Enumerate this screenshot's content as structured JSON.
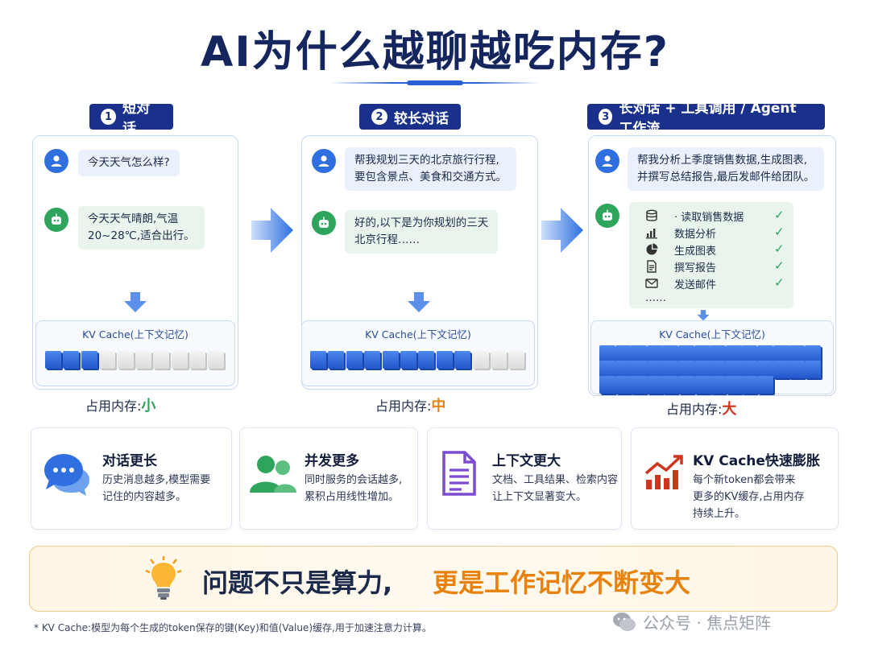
{
  "title": "AI为什么越聊越吃内存?",
  "colors": {
    "navy": "#19318a",
    "blue": "#2f6fe0",
    "green": "#2fa45c",
    "orange": "#e8820c",
    "red": "#d0341c"
  },
  "stages": [
    {
      "number": "1",
      "label": "短对话",
      "user_msg": "今天天气怎么样?",
      "bot_msg": "今天天气晴朗,气温\n20~28℃,适合出行。",
      "kv_label": "KV Cache(上下文记忆)",
      "kv_filled": 3,
      "kv_total": 10,
      "usage_prefix": "占用内存:",
      "usage_level": "小",
      "usage_color": "#2fa45c"
    },
    {
      "number": "2",
      "label": "较长对话",
      "user_msg": "帮我规划三天的北京旅行行程,\n要包含景点、美食和交通方式。",
      "bot_msg": "好的,以下是为你规划的三天\n北京行程……",
      "kv_label": "KV Cache(上下文记忆)",
      "kv_filled": 9,
      "kv_total": 12,
      "usage_prefix": "占用内存:",
      "usage_level": "中",
      "usage_color": "#e8820c"
    },
    {
      "number": "3",
      "label": "长对话 + 工具调用 / Agent 工作流",
      "user_msg": "帮我分析上季度销售数据,生成图表,\n并撰写总结报告,最后发邮件给团队。",
      "tasks": [
        {
          "icon": "database-icon",
          "label": "· 读取销售数据",
          "check": "✓"
        },
        {
          "icon": "bar-chart-icon",
          "label": "数据分析",
          "check": "✓"
        },
        {
          "icon": "pie-chart-icon",
          "label": "生成图表",
          "check": "✓"
        },
        {
          "icon": "document-icon",
          "label": "撰写报告",
          "check": "✓"
        },
        {
          "icon": "mail-icon",
          "label": "发送邮件",
          "check": "✓"
        }
      ],
      "tasks_more": "……",
      "kv_label": "KV Cache(上下文记忆)",
      "kv_rows": [
        14,
        14,
        11
      ],
      "usage_prefix": "占用内存:",
      "usage_level": "大",
      "usage_color": "#d0341c"
    }
  ],
  "cards": [
    {
      "icon": "chat-bubbles-icon",
      "title": "对话更长",
      "desc": "历史消息越多,模型需要\n记住的内容越多。"
    },
    {
      "icon": "users-icon",
      "title": "并发更多",
      "desc": "同时服务的会话越多,\n累积占用线性增加。"
    },
    {
      "icon": "file-icon",
      "title": "上下文更大",
      "desc": "文档、工具结果、检索内容\n让上下文显著变大。"
    },
    {
      "icon": "trend-up-icon",
      "title": "KV Cache快速膨胀",
      "desc": "每个新token都会带来\n更多的KV缓存,占用内存\n持续上升。"
    }
  ],
  "banner": {
    "part1": "问题不只是算力,",
    "part2": "更是工作记忆不断变大"
  },
  "footnote": "* KV Cache:模型为每个生成的token保存的键(Key)和值(Value)缓存,用于加速注意力计算。",
  "watermark": "公众号 · 焦点矩阵"
}
